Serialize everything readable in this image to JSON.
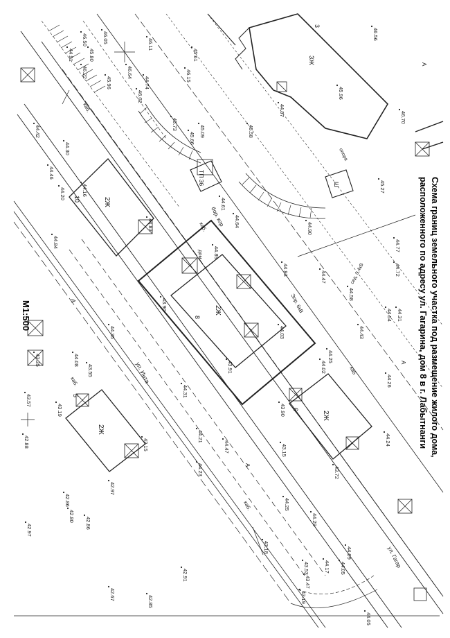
{
  "title": {
    "line1": "Схема границ земельного участка под размещение жилого дома,",
    "line2": "расположенного по адресу ул. Гагарина, дом 8 в г. Лабытнанги"
  },
  "scale": "M1:500",
  "buildings": {
    "main": {
      "number": "8",
      "label": "2Ж"
    },
    "b10": {
      "number": "10",
      "label": "2Ж"
    },
    "b6": {
      "number": "6",
      "label": "2Ж"
    },
    "b5": {
      "number": "5",
      "label": "2Ж"
    },
    "b3": {
      "number": "3",
      "label": "3Ж"
    },
    "tp": {
      "label": "ТП 36"
    },
    "sh": {
      "label": "Ш"
    }
  },
  "streets": {
    "inta": "ул. Инта",
    "kood": "бор. кор"
  },
  "annotations": {
    "dom": "дом",
    "kab": "каб.",
    "kab2": "каб",
    "el": "Элр. 6кВ",
    "opora": "опора",
    "a": "А",
    "tu": "ТЬ",
    "bolt": "бол. пш",
    "kv": "кв",
    "tel": "сед. 0,4кВ",
    "pl": "ул. Гагар"
  },
  "elevations": [
    "44.91",
    "46.50",
    "46.05",
    "45.80",
    "46.22",
    "46.11",
    "46.64",
    "45.96",
    "46.02",
    "46.56",
    "44.74",
    "45.61",
    "46.15",
    "45.73",
    "45.66",
    "45.58",
    "46.70",
    "45.96",
    "44.97",
    "45.27",
    "44.42",
    "44.30",
    "44.46",
    "44.20",
    "44.16",
    "44.84",
    "44.83",
    "44.90",
    "44.89",
    "44.93",
    "43.90",
    "44.03",
    "43.91",
    "44.35",
    "44.08",
    "43.55",
    "44.25",
    "44.47",
    "44.58",
    "44.54",
    "44.31",
    "44.43",
    "44.26",
    "44.31",
    "44.21",
    "44.47",
    "44.23",
    "44.02",
    "43.90",
    "44.24",
    "43.15",
    "43.72",
    "43.19",
    "43.15",
    "42.97",
    "42.86",
    "42.80",
    "42.86",
    "43.18",
    "44.25",
    "44.29",
    "44.09",
    "44.05",
    "44.17",
    "43.35",
    "43.57",
    "42.88",
    "42.97",
    "42.91",
    "42.67",
    "42.85",
    "43.53",
    "43.47",
    "43.19",
    "44.05",
    "45.09",
    "44.61",
    "44.64",
    "44.77",
    "44.72"
  ]
}
